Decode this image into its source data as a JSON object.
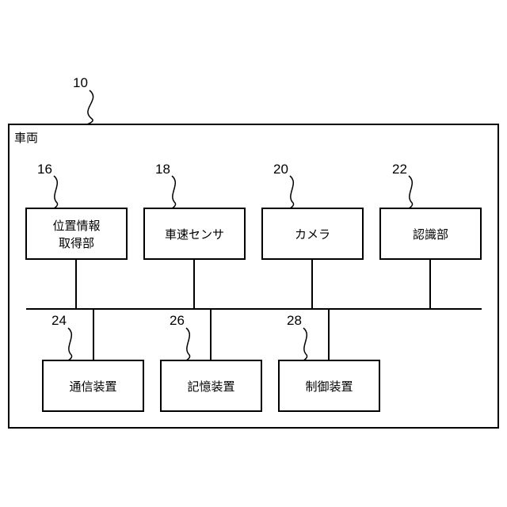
{
  "vehicle": {
    "ref": "10",
    "label": "車両"
  },
  "components": [
    {
      "id": "position-acquisition",
      "ref": "16",
      "lines": [
        "位置情報",
        "取得部"
      ]
    },
    {
      "id": "vehicle-speed-sensor",
      "ref": "18",
      "lines": [
        "車速センサ"
      ]
    },
    {
      "id": "camera",
      "ref": "20",
      "lines": [
        "カメラ"
      ]
    },
    {
      "id": "recognition",
      "ref": "22",
      "lines": [
        "認識部"
      ]
    },
    {
      "id": "communication-device",
      "ref": "24",
      "lines": [
        "通信装置"
      ]
    },
    {
      "id": "storage-device",
      "ref": "26",
      "lines": [
        "記憶装置"
      ]
    },
    {
      "id": "control-device",
      "ref": "28",
      "lines": [
        "制御装置"
      ]
    }
  ]
}
